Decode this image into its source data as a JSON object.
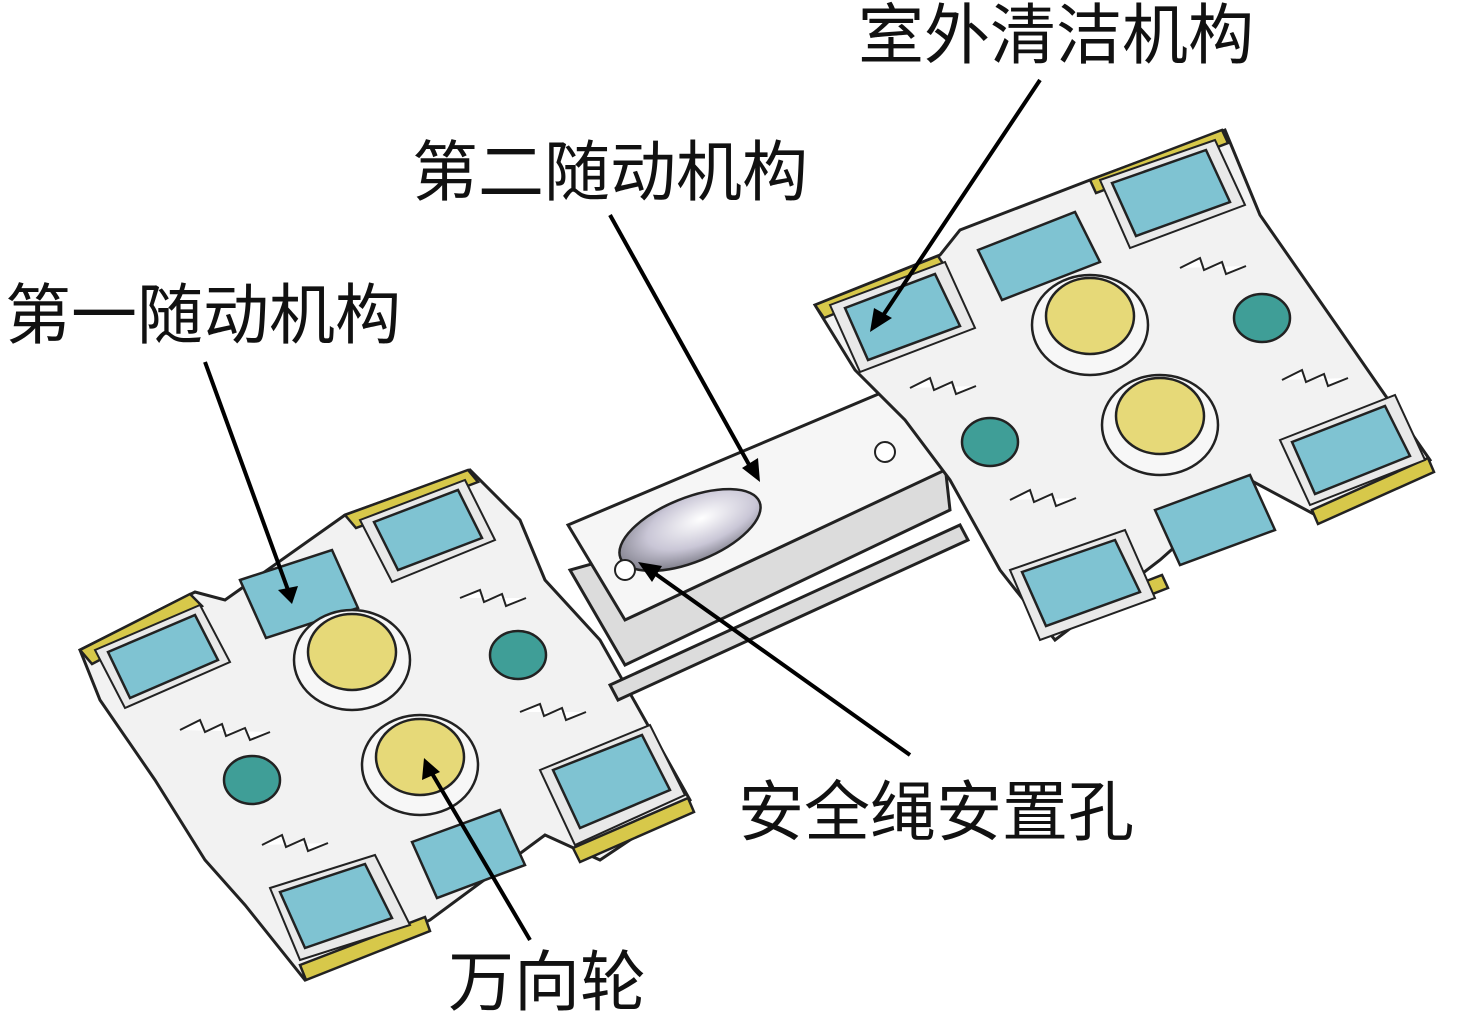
{
  "labels": {
    "outdoor_cleaning": "室外清洁机构",
    "second_follower": "第二随动机构",
    "first_follower": "第一随动机构",
    "rope_hole": "安全绳安置孔",
    "universal_wheel": "万向轮"
  },
  "colors": {
    "pad": "#7fc3d2",
    "wheel": "#e6d978",
    "small_wheel": "#3f9e97",
    "bar": "#d7c84a",
    "line": "#000000"
  }
}
